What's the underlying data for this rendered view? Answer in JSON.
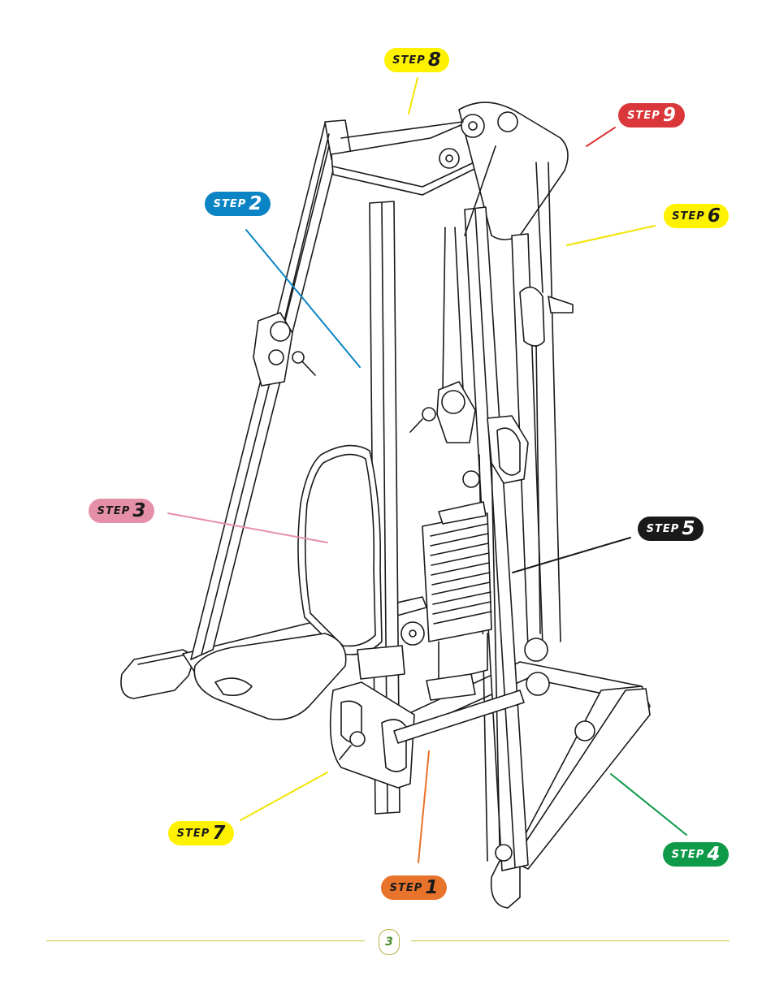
{
  "steps": [
    {
      "id": "step-8",
      "word": "STEP",
      "num": "8",
      "bg": "#fff200",
      "fg": "#1a1a1a",
      "line": "#f2e400"
    },
    {
      "id": "step-9",
      "word": "STEP",
      "num": "9",
      "bg": "#d9373a",
      "fg": "#ffffff",
      "line": "#d9373a"
    },
    {
      "id": "step-2",
      "word": "STEP",
      "num": "2",
      "bg": "#0a84c4",
      "fg": "#ffffff",
      "line": "#0a84c4"
    },
    {
      "id": "step-6",
      "word": "STEP",
      "num": "6",
      "bg": "#fff200",
      "fg": "#1a1a1a",
      "line": "#f2e400"
    },
    {
      "id": "step-3",
      "word": "STEP",
      "num": "3",
      "bg": "#e58fa8",
      "fg": "#1a1a1a",
      "line": "#e58fa8"
    },
    {
      "id": "step-5",
      "word": "STEP",
      "num": "5",
      "bg": "#1a1a1a",
      "fg": "#ffffff",
      "line": "#1a1a1a"
    },
    {
      "id": "step-7",
      "word": "STEP",
      "num": "7",
      "bg": "#fff200",
      "fg": "#1a1a1a",
      "line": "#f2e400"
    },
    {
      "id": "step-4",
      "word": "STEP",
      "num": "4",
      "bg": "#0e9a48",
      "fg": "#ffffff",
      "line": "#0e9a48"
    },
    {
      "id": "step-1",
      "word": "STEP",
      "num": "1",
      "bg": "#e8732a",
      "fg": "#1a1a1a",
      "line": "#e8732a"
    }
  ],
  "page_number": "3",
  "colors": {
    "rule": "#c9c23a",
    "outline": "#1a1a1a"
  }
}
